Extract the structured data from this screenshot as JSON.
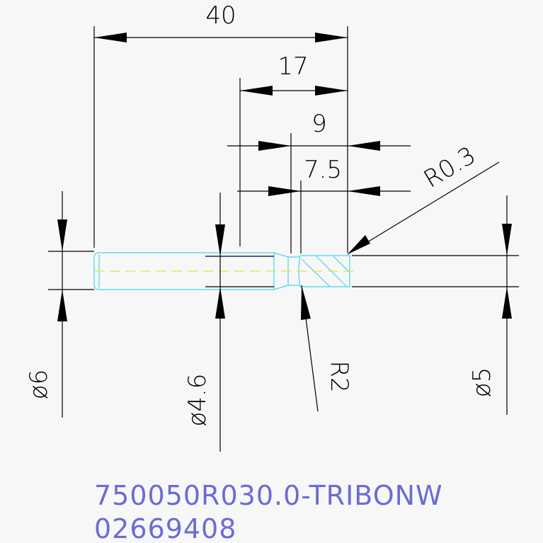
{
  "dimensions": {
    "overall_length": "40",
    "length_17": "17",
    "length_9": "9",
    "length_7_5": "7.5",
    "radius_tip": "R0.3",
    "radius_neck": "R2",
    "dia_shank": "ø6",
    "dia_neck": "ø4.6",
    "dia_cutter": "ø5"
  },
  "part_info": {
    "part_number": "750050R030.0-TRIBONW",
    "serial": "02669408"
  },
  "colors": {
    "background": "#f7f7f7",
    "part_outline": "#44d8e6",
    "center_line": "#e3e34a",
    "dimension": "#000000",
    "part_label": "#6b6bd6"
  }
}
